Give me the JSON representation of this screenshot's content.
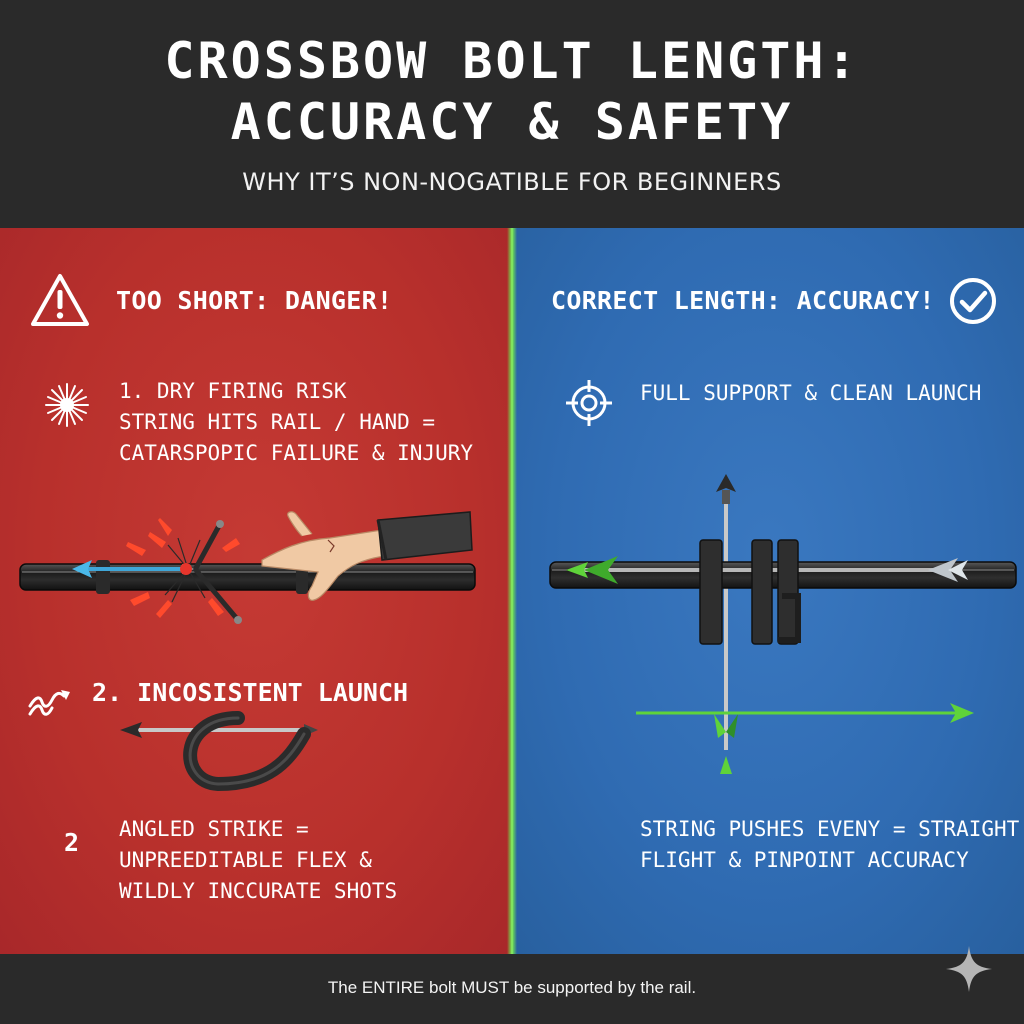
{
  "header": {
    "title_line1": "CROSSBOW BOLT LENGTH:",
    "title_line2": "ACCURACY & SAFETY",
    "subtitle": "WHY IT’S NON-NOGATIBLE FOR BEGINNERS"
  },
  "left_panel": {
    "heading": "TOO SHORT: DANGER!",
    "heading_icon": "warning-triangle-icon",
    "point1": {
      "icon": "impact-burst-icon",
      "line1": "1. DRY FIRING RISK",
      "line2": "STRING HITS RAIL / HAND =",
      "line3": "CATARSPOPIC FAILURE & INJURY"
    },
    "point2": {
      "icon": "erratic-arrow-icon",
      "title": "2. INCOSISTENT LAUNCH"
    },
    "point3": {
      "number": "2",
      "line1": "ANGLED STRIKE =",
      "line2": "UNPREEDITABLE FLEX &",
      "line3": "WILDLY INCCURATE SHOTS"
    },
    "accent_color": "#b8302c"
  },
  "right_panel": {
    "heading": "CORRECT LENGTH: ACCURACY!",
    "heading_icon": "check-circle-icon",
    "point1": {
      "icon": "target-crosshair-icon",
      "text": "FULL SUPPORT & CLEAN LAUNCH"
    },
    "caption": {
      "line1": "STRING PUSHES EVENY = STRAIGHT",
      "line2": "FLIGHT & PINPOINT ACCURACY"
    },
    "accent_color": "#2f6bb2"
  },
  "footer": {
    "text": "The ENTIRE bolt MUST be supported by the rail.",
    "icon": "sparkle-icon"
  },
  "colors": {
    "header_bg": "#2a2a2a",
    "divider_green": "#6fe04f",
    "arrow_green": "#5fd33a"
  }
}
